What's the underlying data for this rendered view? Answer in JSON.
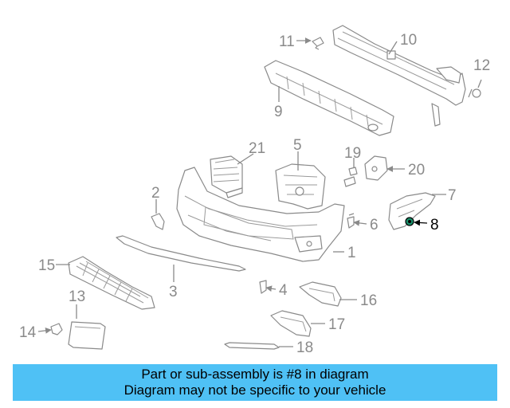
{
  "banner": {
    "line1": "Part or sub-assembly is #8 in diagram",
    "line2": "Diagram may not be specific to your vehicle",
    "background": "#4fc1f5"
  },
  "callouts": [
    "1",
    "2",
    "3",
    "4",
    "5",
    "6",
    "7",
    "8",
    "9",
    "10",
    "11",
    "12",
    "13",
    "14",
    "15",
    "16",
    "17",
    "18",
    "19",
    "20",
    "21"
  ],
  "highlighted_part": "8"
}
